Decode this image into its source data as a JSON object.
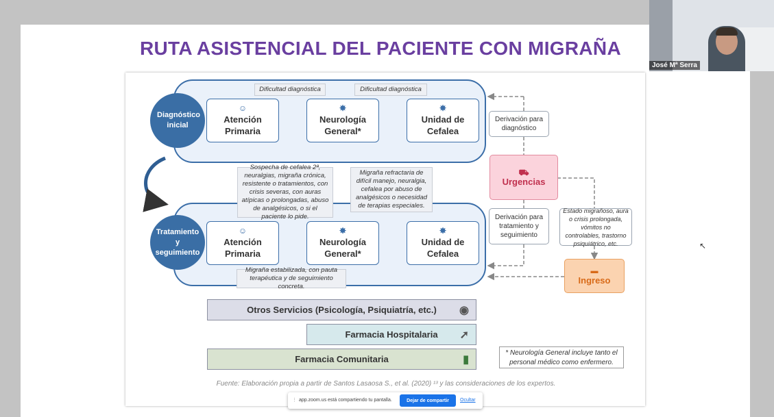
{
  "title": "RUTA ASISTENCIAL DEL PACIENTE CON MIGRAÑA",
  "stages": {
    "diagnostico": "Diagnóstico inicial",
    "tratamiento": "Tratamiento y seguimiento"
  },
  "cards": {
    "atencion_primaria": "Atención Primaria",
    "neurologia_general": "Neurología General*",
    "unidad_cefalea": "Unidad de Cefalea"
  },
  "notes": {
    "dificultad_1": "Dificultad diagnóstica",
    "dificultad_2": "Dificultad diagnóstica",
    "sospecha": "Sospecha de cefalea 2ª, neuralgias, migraña crónica, resistente o tratamientos, con crisis severas, con auras atípicas o prolongadas, abuso de analgésicos, o si el paciente lo pide.",
    "refractaria": "Migraña refractaria de difícil manejo, neuralgia, cefalea por abuso de analgésicos o necesidad de terapias especiales.",
    "estabilizada": "Migraña estabilizada, con pauta terapéutica y de seguimiento concreta."
  },
  "side": {
    "derivacion_diagnostico": "Derivación para diagnóstico",
    "urgencias": "Urgencias",
    "derivacion_tratamiento": "Derivación para tratamiento y seguimiento",
    "estado": "Estado migrañoso, aura o crisis prolongada, vómitos no controlables, trastorno psiquiátrico, etc.",
    "ingreso": "Ingreso"
  },
  "services": {
    "otros": "Otros Servicios (Psicología, Psiquiatría, etc.)",
    "farmacia_hospitalaria": "Farmacia Hospitalaria",
    "farmacia_comunitaria": "Farmacia Comunitaria"
  },
  "footnote": "* Neurología General incluye tanto el personal médico como enfermero.",
  "source": "Fuente: Elaboración propia a partir de Santos Lasaosa S., et al. (2020) ¹³ y las consideraciones de los expertos.",
  "webcam": {
    "name": "José Mª Serra"
  },
  "zoom": {
    "sharing_text": "app.zoom.us está compartiendo tu pantalla.",
    "stop_label": "Dejar de compartir",
    "hide_label": "Ocultar"
  },
  "colors": {
    "title": "#6a3fa0",
    "stage_circle": "#3a6ea5",
    "urgencias_fill": "#fbd3dc",
    "ingreso_fill": "#fbd3b0",
    "otros_fill": "#dcdde8",
    "farmacia_hosp_fill": "#d6e9ec",
    "farmacia_com_fill": "#d9e3d0"
  }
}
